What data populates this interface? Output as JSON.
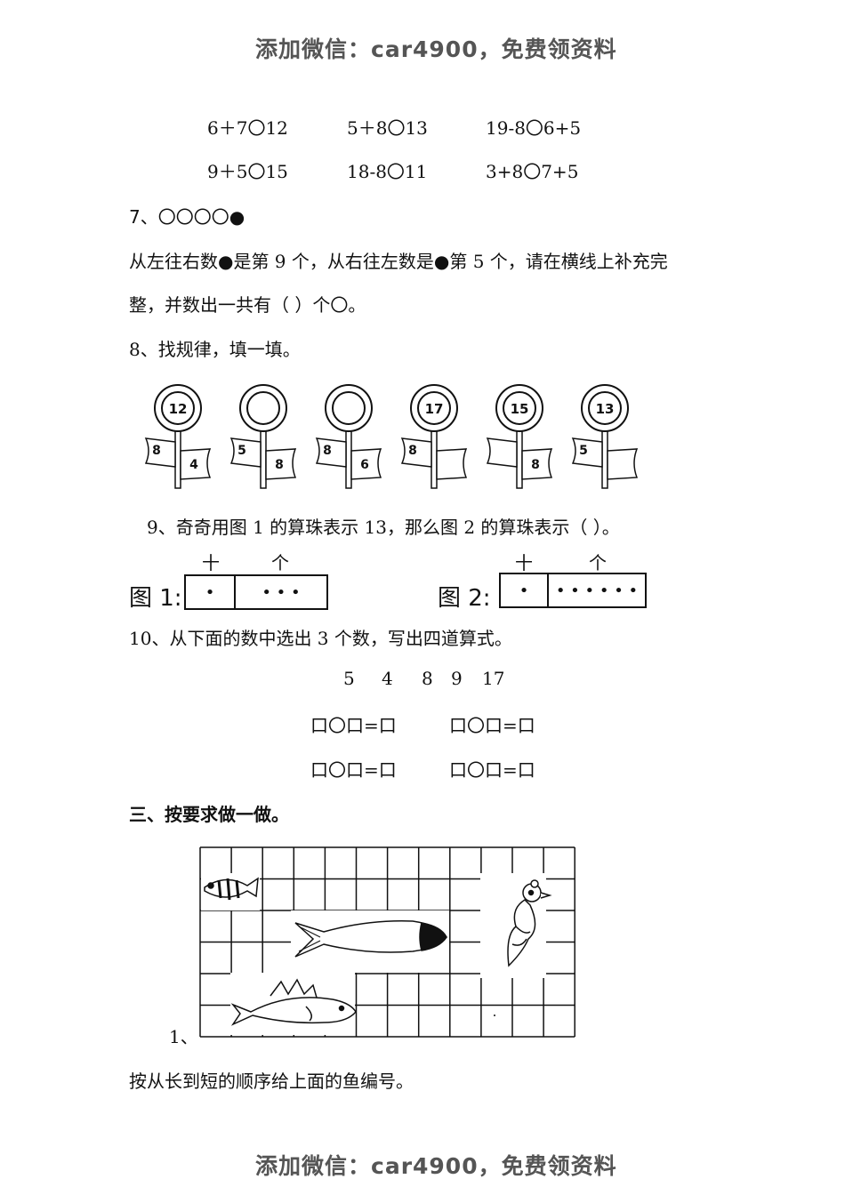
{
  "watermark": "添加微信：car4900，免费领资料",
  "compare": {
    "row1": [
      "6＋7〇12",
      "5＋8〇13",
      "19-8〇6+5"
    ],
    "row2": [
      "9＋5〇15",
      "18-8〇11",
      "3+8〇7+5"
    ]
  },
  "q7": {
    "head": "7、〇〇〇〇●",
    "line1": "从左往右数●是第 9 个，从右往左数是●第 5 个，请在横线上补充完",
    "line2": "整，并数出一共有（                ）个〇。"
  },
  "q8": {
    "title": "8、找规律，填一填。",
    "flowers": [
      {
        "top": "12",
        "left": "8",
        "right": "4"
      },
      {
        "top": "",
        "left": "5",
        "right": "8"
      },
      {
        "top": "",
        "left": "8",
        "right": "6"
      },
      {
        "top": "17",
        "left": "8",
        "right": ""
      },
      {
        "top": "15",
        "left": "",
        "right": "8"
      },
      {
        "top": "13",
        "left": "5",
        "right": ""
      }
    ]
  },
  "q9": {
    "text": "9、奇奇用图 1 的算珠表示 13，那么图 2 的算珠表示（      ）。",
    "shi": "十",
    "ge": "个",
    "fig1": {
      "label": "图 1:",
      "tens": "•",
      "ones": "• • •"
    },
    "fig2": {
      "label": "图 2:",
      "tens": "•",
      "ones": "• • • • • •"
    }
  },
  "q10": {
    "title": "10、从下面的数中选出 3 个数，写出四道算式。",
    "numbers": [
      "5",
      "4",
      "8",
      "9",
      "17"
    ],
    "template": "口〇口=口"
  },
  "section3": {
    "title": "三、按要求做一做。",
    "q1_num": "1、",
    "q1_text": "按从长到短的顺序给上面的鱼编号。"
  }
}
